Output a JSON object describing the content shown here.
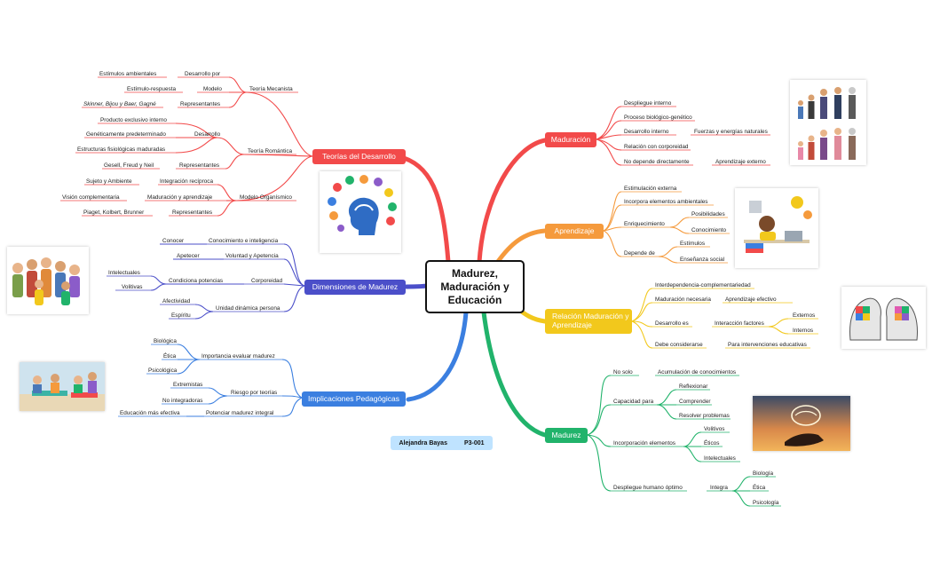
{
  "center": {
    "title": "Madurez, Maduración y Educación"
  },
  "author": {
    "name": "Alejandra Bayas",
    "code": "P3-001"
  },
  "colors": {
    "red": "#f24a4a",
    "orange": "#f59a3c",
    "yellow": "#f2c81c",
    "green": "#21b36b",
    "purple": "#4b4fc9",
    "blue": "#3b7fe0"
  },
  "hubs": {
    "teorias": "Teorías del Desarrollo",
    "dimensiones": "Dimensiones de Madurez",
    "implicaciones": "Implicaciones Pedagógicas",
    "maduracion": "Maduración",
    "aprendizaje": "Aprendizaje",
    "relacion": "Relación Maduración y Aprendizaje",
    "madurez": "Madurez"
  },
  "teorias": {
    "mecanista": "Teoría Mecanista",
    "mec_desarrollo": "Desarrollo por",
    "mec_estimulos": "Estímulos ambientales",
    "mec_modelo": "Modelo",
    "mec_estimulo_resp": "Estímulo-respuesta",
    "mec_representantes": "Representantes",
    "mec_autores": "Skinner, Bijou y Baer, Gagné",
    "romantica": "Teoría Romántica",
    "rom_desarrollo": "Desarrollo",
    "rom_producto": "Producto exclusivo interno",
    "rom_genetic": "Genéticamente predeterminado",
    "rom_estructuras": "Estructuras fisiológicas maduradas",
    "rom_representantes": "Representantes",
    "rom_autores": "Gesell, Freud y Neil",
    "organismico": "Modelo Organísmico",
    "org_integracion": "Integración recíproca",
    "org_sujeto": "Sujeto y Ambiente",
    "org_maduracion": "Maduración y aprendizaje",
    "org_vision": "Visión complementaria",
    "org_representantes": "Representantes",
    "org_autores": "Piaget, Kolbert, Brunner"
  },
  "dimensiones": {
    "conocimiento": "Conocimiento e inteligencia",
    "conocer": "Conocer",
    "voluntad": "Voluntad y Apetencia",
    "apetecer": "Apetecer",
    "corporeidad": "Corporeidad",
    "condiciona": "Condiciona potencias",
    "intelectuales": "Intelectuales",
    "volitivas": "Volitivas",
    "unidad": "Unidad dinámica persona",
    "afectividad": "Afectividad",
    "espiritu": "Espíritu"
  },
  "implicaciones": {
    "importancia": "Importancia evaluar madurez",
    "biologica": "Biológica",
    "etica": "Ética",
    "psicologica": "Psicológica",
    "riesgo": "Riesgo por teorías",
    "extremistas": "Extremistas",
    "no_integradoras": "No integradoras",
    "potenciar": "Potenciar madurez integral",
    "educacion": "Educación más efectiva"
  },
  "maduracion": {
    "despliegue": "Despliegue interno",
    "proceso": "Proceso biológico-genético",
    "desarrollo": "Desarrollo interno",
    "fuerzas": "Fuerzas y energías naturales",
    "relacion": "Relación con corporeidad",
    "no_depende": "No depende directamente",
    "aprendizaje_ext": "Aprendizaje externo"
  },
  "aprendizaje": {
    "estimulacion": "Estimulación externa",
    "incorpora": "Incorpora elementos ambientales",
    "enriquecimiento": "Enriquecimiento",
    "posibilidades": "Posibilidades",
    "conocimiento": "Conocimiento",
    "depende": "Depende de",
    "estimulos": "Estímulos",
    "ensenanza": "Enseñanza social"
  },
  "relacion": {
    "interdependencia": "Interdependencia-complementariedad",
    "maduracion_nec": "Maduración necesaria",
    "aprendizaje_ef": "Aprendizaje efectivo",
    "desarrollo_es": "Desarrollo es",
    "interaccion": "Interacción factores",
    "externos": "Externos",
    "internos": "Internos",
    "debe": "Debe considerarse",
    "intervenciones": "Para intervenciones educativas"
  },
  "madurez": {
    "no_solo": "No solo",
    "acumulacion": "Acumulación de conocimientos",
    "capacidad": "Capacidad para",
    "reflexionar": "Reflexionar",
    "comprender": "Comprender",
    "resolver": "Resolver problemas",
    "incorporacion": "Incorporación elementos",
    "volitivos": "Volitivos",
    "eticos": "Éticos",
    "intelectuales": "Intelectuales",
    "despliegue": "Despliegue humano óptimo",
    "integra": "Integra",
    "biologia": "Biología",
    "etica": "Ética",
    "psicologia": "Psicología"
  }
}
